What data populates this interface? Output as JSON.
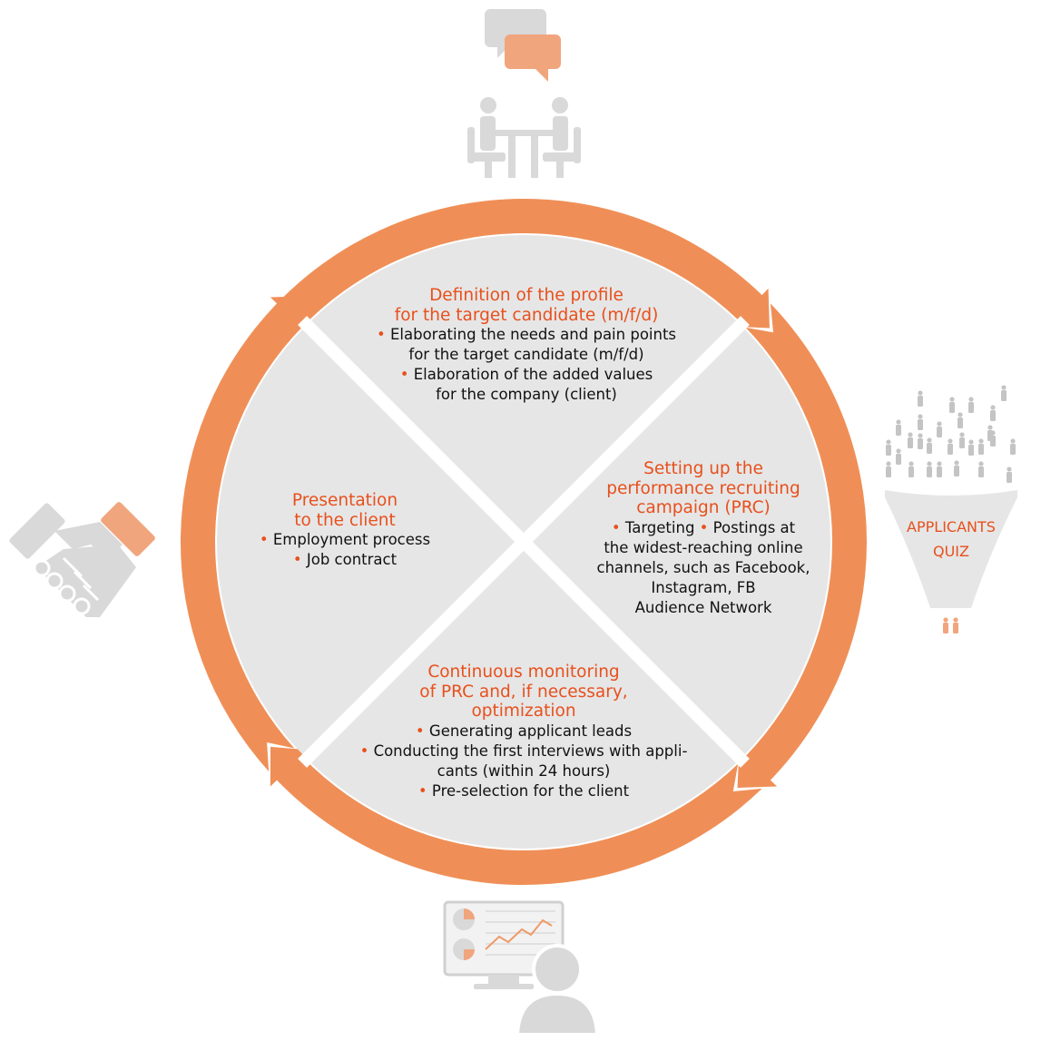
{
  "colors": {
    "accent": "#ef8f57",
    "title_text": "#e8501c",
    "quadrant_fill": "#e6e6e6",
    "icon_gray": "#d9d9d9",
    "icon_orange": "#f1a57d"
  },
  "icons": [
    "speech-bubbles-icon",
    "meeting-table-icon",
    "people-crowd-icon",
    "funnel-icon",
    "handshake-icon",
    "analytics-monitor-icon"
  ],
  "quadrants": {
    "top": {
      "title": [
        "Definition of the profile",
        "for the target candidate (m/f/d)"
      ],
      "lines": [
        {
          "bullet": "• ",
          "text": "Elaborating the needs and pain points"
        },
        {
          "bullet": "",
          "text": "for the target candidate (m/f/d)"
        },
        {
          "bullet": "• ",
          "text": "Elaboration of the added values"
        },
        {
          "bullet": "",
          "text": "for the company (client)"
        }
      ]
    },
    "right": {
      "title": [
        "Setting up the",
        "performance recruiting",
        "campaign (PRC)"
      ],
      "lines": [
        {
          "bullet": "• ",
          "text": "Targeting ",
          "bullet2": "• ",
          "text2": "Postings at"
        },
        {
          "bullet": "",
          "text": "the widest-reaching online"
        },
        {
          "bullet": "",
          "text": "channels, such as Facebook,"
        },
        {
          "bullet": "",
          "text": "Instagram, FB"
        },
        {
          "bullet": "",
          "text": "Audience Network"
        }
      ]
    },
    "bottom": {
      "title": [
        "Continuous monitoring",
        "of PRC and, if necessary,",
        "optimization"
      ],
      "lines": [
        {
          "bullet": "• ",
          "text": "Generating applicant leads"
        },
        {
          "bullet": "• ",
          "text": "Conducting the first interviews with appli-"
        },
        {
          "bullet": "",
          "text": "cants (within 24 hours)"
        },
        {
          "bullet": "• ",
          "text": "Pre-selection for the client"
        }
      ]
    },
    "left": {
      "title": [
        "Presentation",
        "to the client"
      ],
      "lines": [
        {
          "bullet": "• ",
          "text": "Employment process"
        },
        {
          "bullet": "• ",
          "text": "Job contract"
        }
      ]
    }
  },
  "funnel": {
    "line1": "APPLICANTS",
    "line2": "QUIZ"
  }
}
